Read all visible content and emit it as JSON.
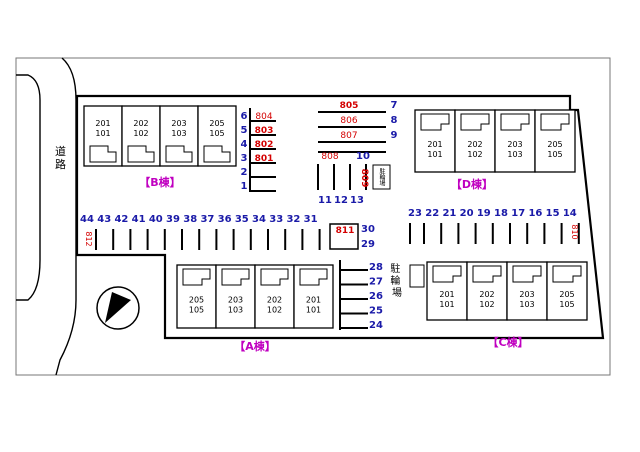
{
  "road": {
    "label": "道路"
  },
  "buildings": {
    "A": {
      "label": "【A棟】",
      "units": [
        {
          "upper": "205",
          "lower": "105"
        },
        {
          "upper": "203",
          "lower": "103"
        },
        {
          "upper": "202",
          "lower": "102"
        },
        {
          "upper": "201",
          "lower": "101"
        }
      ]
    },
    "B": {
      "label": "【B棟】",
      "units": [
        {
          "upper": "201",
          "lower": "101"
        },
        {
          "upper": "202",
          "lower": "102"
        },
        {
          "upper": "203",
          "lower": "103"
        },
        {
          "upper": "205",
          "lower": "105"
        }
      ]
    },
    "C": {
      "label": "【C棟】",
      "units": [
        {
          "upper": "201",
          "lower": "101"
        },
        {
          "upper": "202",
          "lower": "102"
        },
        {
          "upper": "203",
          "lower": "103"
        },
        {
          "upper": "205",
          "lower": "105"
        }
      ]
    },
    "D": {
      "label": "【D棟】",
      "units": [
        {
          "upper": "201",
          "lower": "101"
        },
        {
          "upper": "202",
          "lower": "102"
        },
        {
          "upper": "203",
          "lower": "103"
        },
        {
          "upper": "205",
          "lower": "105"
        }
      ]
    }
  },
  "bike_parking": {
    "label": "駐輪場"
  },
  "spaces": {
    "b_side_left": [
      "6",
      "5",
      "4",
      "3",
      "2",
      "1"
    ],
    "b_side_right": [
      "804",
      "803",
      "802",
      "801"
    ],
    "top_middle_red": [
      "805",
      "806",
      "807"
    ],
    "top_middle_blue": [
      "7",
      "8",
      "9"
    ],
    "center_808": "808",
    "center_10": "10",
    "center_809": "809",
    "center_bottom": [
      "11",
      "12",
      "13"
    ],
    "row_left": [
      "44",
      "43",
      "42",
      "41",
      "40",
      "39",
      "38",
      "37",
      "36",
      "35",
      "34",
      "33",
      "32",
      "31"
    ],
    "row_left_red": "812",
    "row_811": "811",
    "right_of_811": [
      "30",
      "29"
    ],
    "a_side": [
      "28",
      "27",
      "26",
      "25",
      "24"
    ],
    "row_right": [
      "23",
      "22",
      "21",
      "20",
      "19",
      "18",
      "17",
      "16",
      "15",
      "14"
    ],
    "row_right_red": "810"
  },
  "colors": {
    "blue_numbers": "#1a1aa8",
    "red_numbers": "#d40000",
    "building_labels": "#c000c0",
    "outline": "#000000"
  }
}
